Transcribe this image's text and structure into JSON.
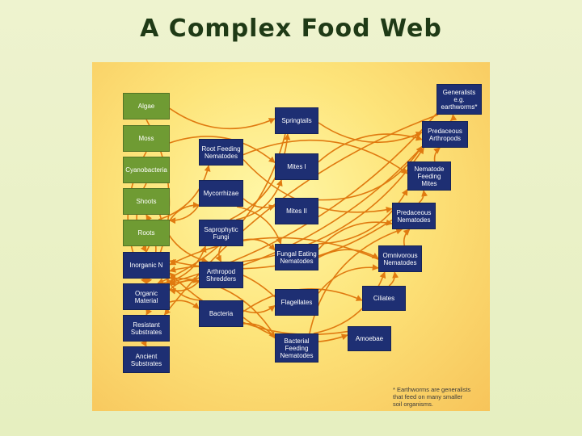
{
  "title": "A Complex Food Web",
  "footnote": "* Earthworms are generalists\nthat feed on many smaller\nsoil organisms.",
  "colors": {
    "producer": "#6f9b33",
    "consumer": "#1e2f73",
    "arrow": "#e07a10",
    "background": "#eef3cf"
  },
  "nodes": {
    "algae": "Algae",
    "moss": "Moss",
    "cyanobacteria": "Cyanobacteria",
    "shoots": "Shoots",
    "roots": "Roots",
    "inorganic_n": "Inorganic N",
    "organic_material": "Organic\nMaterial",
    "resistant_substrates": "Resistant\nSubstrates",
    "ancient_substrates": "Ancient\nSubstrates",
    "root_feeding_nematodes": "Root Feeding\nNematodes",
    "mycorrhizae": "Mycorrhizae",
    "saprophytic_fungi": "Saprophytic\nFungi",
    "arthropod_shredders": "Arthropod\nShredders",
    "bacteria": "Bacteria",
    "springtails": "Springtails",
    "mites_1": "Mites I",
    "mites_2": "Mites II",
    "fungal_eating_nematodes": "Fungal Eating\nNematodes",
    "flagellates": "Flagellates",
    "bacterial_feeding_nematodes": "Bacterial\nFeeding\nNematodes",
    "amoebae": "Amoebae",
    "ciliates": "Ciliates",
    "omnivorous_nematodes": "Omnivorous\nNematodes",
    "predaceous_nematodes": "Predaceous\nNematodes",
    "nematode_feeding_mites": "Nematode\nFeeding\nMites",
    "predaceous_arthropods": "Predaceous\nArthropods",
    "generalists": "Generalists\ne.g.\nearthworms*"
  },
  "links": [
    [
      "algae",
      "springtails"
    ],
    [
      "moss",
      "mites_1"
    ],
    [
      "cyanobacteria",
      "inorganic_n"
    ],
    [
      "shoots",
      "organic_material"
    ],
    [
      "roots",
      "root_feeding_nematodes"
    ],
    [
      "roots",
      "mycorrhizae"
    ],
    [
      "inorganic_n",
      "shoots"
    ],
    [
      "mycorrhizae",
      "roots"
    ],
    [
      "root_feeding_nematodes",
      "predaceous_nematodes"
    ],
    [
      "root_feeding_nematodes",
      "nematode_feeding_mites"
    ],
    [
      "mycorrhizae",
      "mites_2"
    ],
    [
      "mycorrhizae",
      "fungal_eating_nematodes"
    ],
    [
      "saprophytic_fungi",
      "springtails"
    ],
    [
      "saprophytic_fungi",
      "fungal_eating_nematodes"
    ],
    [
      "saprophytic_fungi",
      "mites_1"
    ],
    [
      "organic_material",
      "arthropod_shredders"
    ],
    [
      "organic_material",
      "saprophytic_fungi"
    ],
    [
      "organic_material",
      "bacteria"
    ],
    [
      "arthropod_shredders",
      "predaceous_arthropods"
    ],
    [
      "arthropod_shredders",
      "organic_material"
    ],
    [
      "bacteria",
      "flagellates"
    ],
    [
      "bacteria",
      "bacterial_feeding_nematodes"
    ],
    [
      "bacteria",
      "amoebae"
    ],
    [
      "bacteria",
      "ciliates"
    ],
    [
      "springtails",
      "predaceous_arthropods"
    ],
    [
      "mites_1",
      "predaceous_arthropods"
    ],
    [
      "mites_2",
      "predaceous_arthropods"
    ],
    [
      "fungal_eating_nematodes",
      "predaceous_nematodes"
    ],
    [
      "fungal_eating_nematodes",
      "nematode_feeding_mites"
    ],
    [
      "fungal_eating_nematodes",
      "omnivorous_nematodes"
    ],
    [
      "flagellates",
      "inorganic_n"
    ],
    [
      "flagellates",
      "omnivorous_nematodes"
    ],
    [
      "bacterial_feeding_nematodes",
      "omnivorous_nematodes"
    ],
    [
      "bacterial_feeding_nematodes",
      "predaceous_nematodes"
    ],
    [
      "bacterial_feeding_nematodes",
      "inorganic_n"
    ],
    [
      "amoebae",
      "inorganic_n"
    ],
    [
      "ciliates",
      "omnivorous_nematodes"
    ],
    [
      "omnivorous_nematodes",
      "predaceous_nematodes"
    ],
    [
      "predaceous_nematodes",
      "nematode_feeding_mites"
    ],
    [
      "nematode_feeding_mites",
      "predaceous_arthropods"
    ],
    [
      "predaceous_arthropods",
      "generalists"
    ],
    [
      "generalists",
      "organic_material"
    ],
    [
      "generalists",
      "resistant_substrates"
    ],
    [
      "organic_material",
      "resistant_substrates"
    ],
    [
      "resistant_substrates",
      "ancient_substrates"
    ],
    [
      "predaceous_arthropods",
      "organic_material"
    ],
    [
      "omnivorous_nematodes",
      "inorganic_n"
    ],
    [
      "predaceous_nematodes",
      "inorganic_n"
    ],
    [
      "moss",
      "organic_material"
    ],
    [
      "algae",
      "organic_material"
    ],
    [
      "shoots",
      "arthropod_shredders"
    ],
    [
      "bacteria",
      "inorganic_n"
    ],
    [
      "saprophytic_fungi",
      "arthropod_shredders"
    ],
    [
      "springtails",
      "organic_material"
    ]
  ]
}
